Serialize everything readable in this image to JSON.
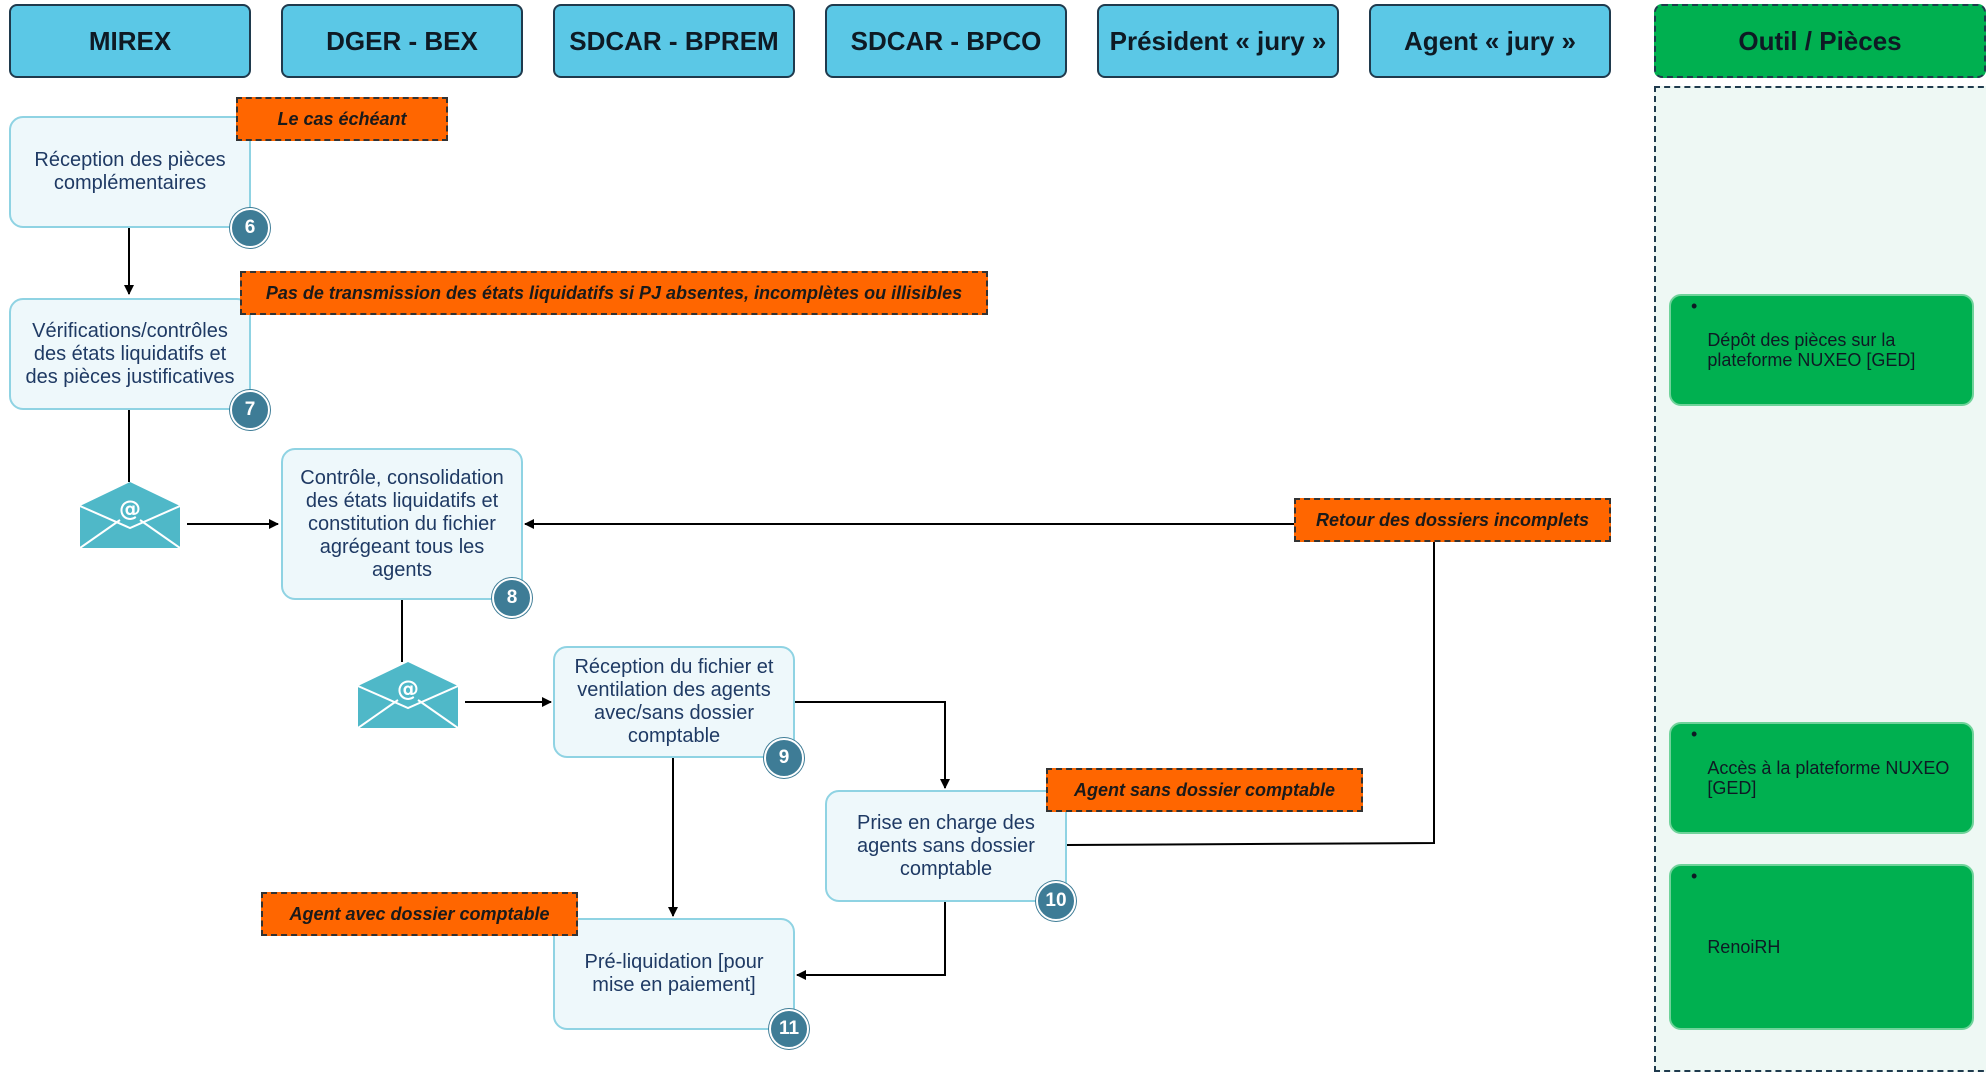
{
  "lanes": [
    "MIREX",
    "DGER - BEX",
    "SDCAR - BPREM",
    "SDCAR - BPCO",
    "Président « jury »",
    "Agent « jury »"
  ],
  "tools_header": "Outil / Pièces",
  "steps": [
    {
      "num": "6",
      "label": "Réception des pièces complémentaires"
    },
    {
      "num": "7",
      "label": "Vérifications/contrôles des états liquidatifs et des pièces justificatives"
    },
    {
      "num": "8",
      "label": "Contrôle, consolidation des états liquidatifs et constitution du fichier agrégeant tous les agents"
    },
    {
      "num": "9",
      "label": "Réception du fichier et ventilation des agents avec/sans dossier comptable"
    },
    {
      "num": "10",
      "label": "Prise en charge des agents sans dossier comptable"
    },
    {
      "num": "11",
      "label": "Pré-liquidation [pour mise en paiement]"
    }
  ],
  "notes": {
    "cas_echeant": "Le cas échéant",
    "pas_transmission": "Pas de transmission des états liquidatifs si PJ absentes, incomplètes ou illisibles",
    "retour": "Retour des dossiers incomplets",
    "sans_dossier": "Agent sans dossier comptable",
    "avec_dossier": "Agent avec dossier comptable"
  },
  "tools": [
    "Dépôt des pièces sur la plateforme NUXEO [GED]",
    "Accès à la plateforme NUXEO [GED]",
    "RenoiRH"
  ],
  "colors": {
    "lane_header": "#5BC8E6",
    "tool_header": "#00B050",
    "note": "#FF6600",
    "badge": "#3E7C96",
    "box_border": "#8FD3E3",
    "mail_icon": "#4FB8C8"
  },
  "icons": [
    "envelope-icon",
    "envelope-icon"
  ]
}
